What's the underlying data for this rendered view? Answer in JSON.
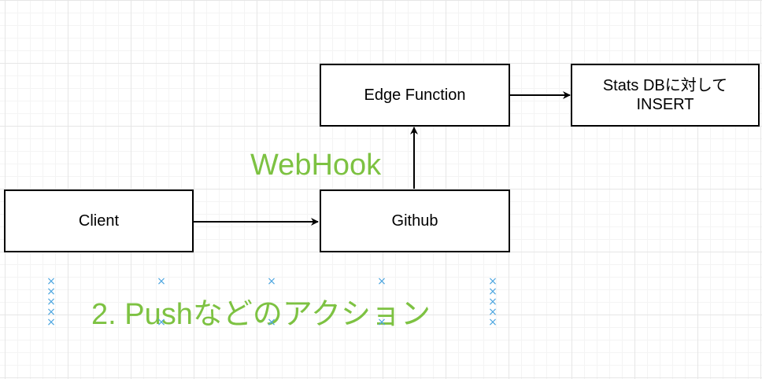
{
  "nodes": {
    "edge_function": "Edge Function",
    "stats_db": "Stats DBに対して\nINSERT",
    "client": "Client",
    "github": "Github"
  },
  "labels": {
    "webhook": "WebHook",
    "push_action": "2. Pushなどのアクション"
  },
  "colors": {
    "grid": "#e6e6e6",
    "box_border": "#000000",
    "label_green": "#7dc242",
    "selection_handles": "#4da6e0"
  },
  "selection_handle_icon": "x-mark-icon"
}
